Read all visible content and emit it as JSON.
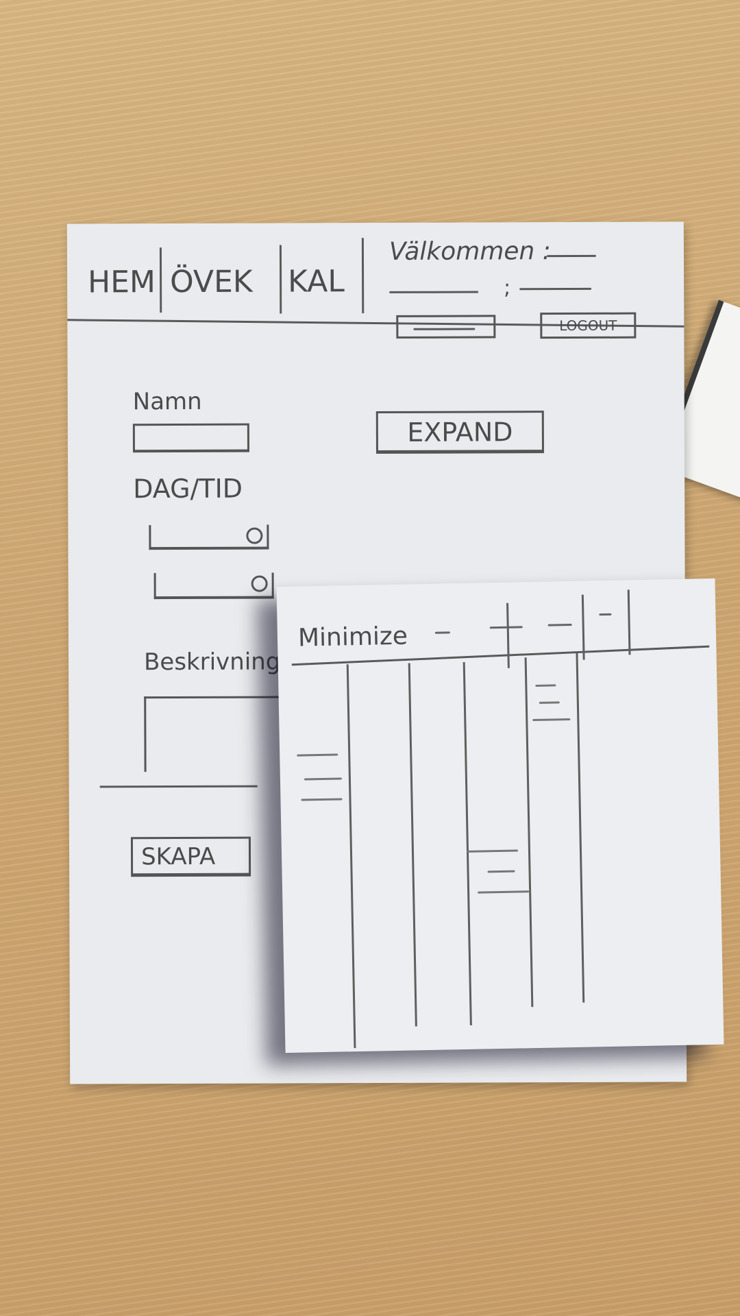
{
  "nav": {
    "items": [
      {
        "label": "HEM"
      },
      {
        "label": "ÖVEK"
      },
      {
        "label": "KAL"
      }
    ]
  },
  "header": {
    "welcome_label": "Välkommen :",
    "logout_label": "LOGOUT"
  },
  "form": {
    "name_label": "Namn",
    "date_time_label": "DAG/TID",
    "description_label": "Beskrivning",
    "create_button_label": "SKAPA",
    "expand_button_label": "EXPAND"
  },
  "calendar_panel": {
    "minimize_label": "Minimize"
  }
}
